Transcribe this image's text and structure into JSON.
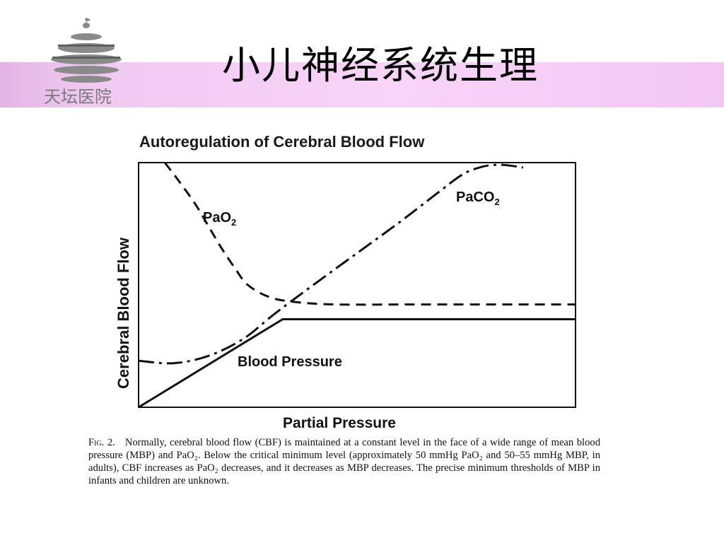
{
  "slide": {
    "title": "小儿神经系统生理",
    "logo_text": "天坛医院",
    "band_color": "#f4cbf4"
  },
  "chart_data": {
    "type": "line",
    "title": "Autoregulation of Cerebral Blood Flow",
    "xlabel": "Partial Pressure",
    "ylabel": "Cerebral Blood Flow",
    "grid": false,
    "xlim": [
      0,
      100
    ],
    "ylim": [
      0,
      100
    ],
    "series": [
      {
        "name": "Blood Pressure",
        "style": "solid",
        "x": [
          0,
          33,
          100
        ],
        "y": [
          0,
          36,
          36
        ]
      },
      {
        "name": "PaO2",
        "style": "dashed",
        "x": [
          6,
          9,
          13,
          16,
          19,
          22,
          25,
          30,
          36,
          45,
          60,
          80,
          100
        ],
        "y": [
          100,
          93,
          83,
          74,
          65,
          57,
          50,
          45,
          43,
          42,
          42,
          42,
          42
        ]
      },
      {
        "name": "PaCO2",
        "style": "dash-dot",
        "x": [
          0,
          8,
          16,
          24,
          31,
          40,
          50,
          60,
          68,
          74,
          78,
          81,
          84,
          88
        ],
        "y": [
          19,
          18,
          21,
          28,
          38,
          50,
          63,
          76,
          87,
          95,
          98,
          99,
          99,
          98
        ]
      }
    ]
  },
  "caption": {
    "fig_label": "Fig. 2.",
    "text": "Normally, cerebral blood flow (CBF) is maintained at a constant level in the face of a wide range of mean blood pressure (MBP) and PaO₂. Below the critical minimum level (approximately 50 mmHg PaO₂ and 50–55 mmHg MBP, in adults), CBF increases as PaO₂ decreases, and it decreases as MBP decreases. The precise minimum thresholds of MBP in infants and children are unknown."
  }
}
